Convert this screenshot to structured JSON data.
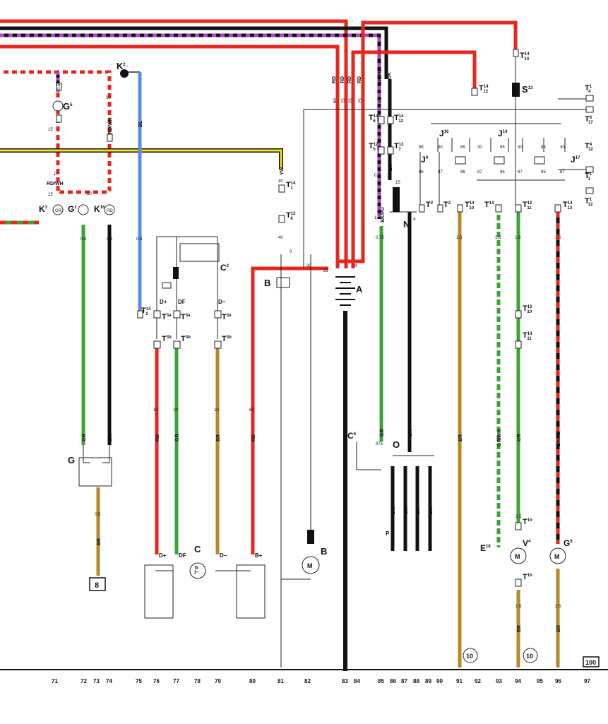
{
  "components": {
    "K2": "K",
    "K2_sub": "2",
    "G5": "G",
    "G5_sub": "5",
    "K3": "K",
    "K3_sub": "3",
    "G1": "G",
    "G1_sub": "1",
    "K16": "K",
    "K16_sub": "16",
    "C2": "C",
    "C2_sub": "2",
    "B_relay": "B",
    "A": "A",
    "N": "N",
    "S": "S",
    "S_sub": "13",
    "J16": "J",
    "J16_sub": "16",
    "J14": "J",
    "J14_sub": "14",
    "J17": "J",
    "J17_sub": "17",
    "J9": "J",
    "J9_sub": "9",
    "G": "G",
    "C": "C",
    "B_motor": "B",
    "C6": "C",
    "C6_sub": "6",
    "O": "O",
    "E18": "E",
    "E18_sub": "18",
    "V4": "V",
    "V4_sub": "4",
    "G6": "G",
    "G6_sub": "6",
    "M": "M",
    "G3": "G",
    "G3_sub": "3~"
  },
  "wire_labels": {
    "rd": "RD",
    "bk_pu": "BK/PU",
    "bk": "BK",
    "rd_wh": "RD/WH",
    "bl": "BL",
    "yw": "YW",
    "gr": "GR",
    "br": "BR",
    "gr_wh": "GR/WH",
    "bk_rd": "BK/RD",
    "gr_sym": "GR",
    "rd_sym": "RD",
    "p": "P",
    "df": "DF",
    "dplus": "D+",
    "dminus": "D−",
    "bplus": "B+"
  },
  "wire_sizes": {
    "s05": "0.5",
    "s10": "10",
    "s25": "25",
    "s60": "60",
    "s40": "40",
    "s15": "15",
    "s075": "0.75",
    "s075b": "075",
    "s4": "4",
    "s1": "1",
    "s0": "0",
    "s30": "30",
    "s85": "85",
    "s86": "86",
    "s87": "87",
    "s15b": "1.5",
    "s25b": "2.5"
  },
  "connectors": {
    "T": "T",
    "t14_14": "14",
    "t14_12": "14",
    "t14_12_b": "12",
    "t14_8": "14",
    "t14": "14",
    "t14_1": "1",
    "t12_8": "12",
    "t12_6": "6",
    "t12_7": "7",
    "t12_5": "5",
    "t2": "2",
    "t14_10": "10",
    "t12_11": "11",
    "t14_13": "13",
    "t14_2": "2",
    "t3a": "3a",
    "t3b": "3b",
    "t12_10": "10",
    "t14_11": "11",
    "t1h": "1h",
    "t6": "6",
    "t4": "4",
    "t1_c": "1",
    "t12_r": "12",
    "t4_r": "4",
    "t9": "9",
    "t17": "17",
    "t1_r": "1"
  },
  "ref_numbers": {
    "ground_8": "8",
    "circle_10a": "10",
    "circle_10b": "10",
    "page": "100"
  },
  "tracks": [
    "71",
    "72",
    "73",
    "74",
    "75",
    "76",
    "77",
    "78",
    "79",
    "80",
    "81",
    "82",
    "83",
    "84",
    "85",
    "86",
    "87",
    "88",
    "89",
    "90",
    "91",
    "92",
    "93",
    "94",
    "95",
    "96",
    "97"
  ],
  "colors": {
    "red": "#e8261e",
    "black": "#111111",
    "green": "#3aa535",
    "brown": "#b5892a",
    "blue": "#5b8ee0",
    "yellow": "#f2e51a",
    "purple": "#b23fd0",
    "white": "#ffffff"
  }
}
